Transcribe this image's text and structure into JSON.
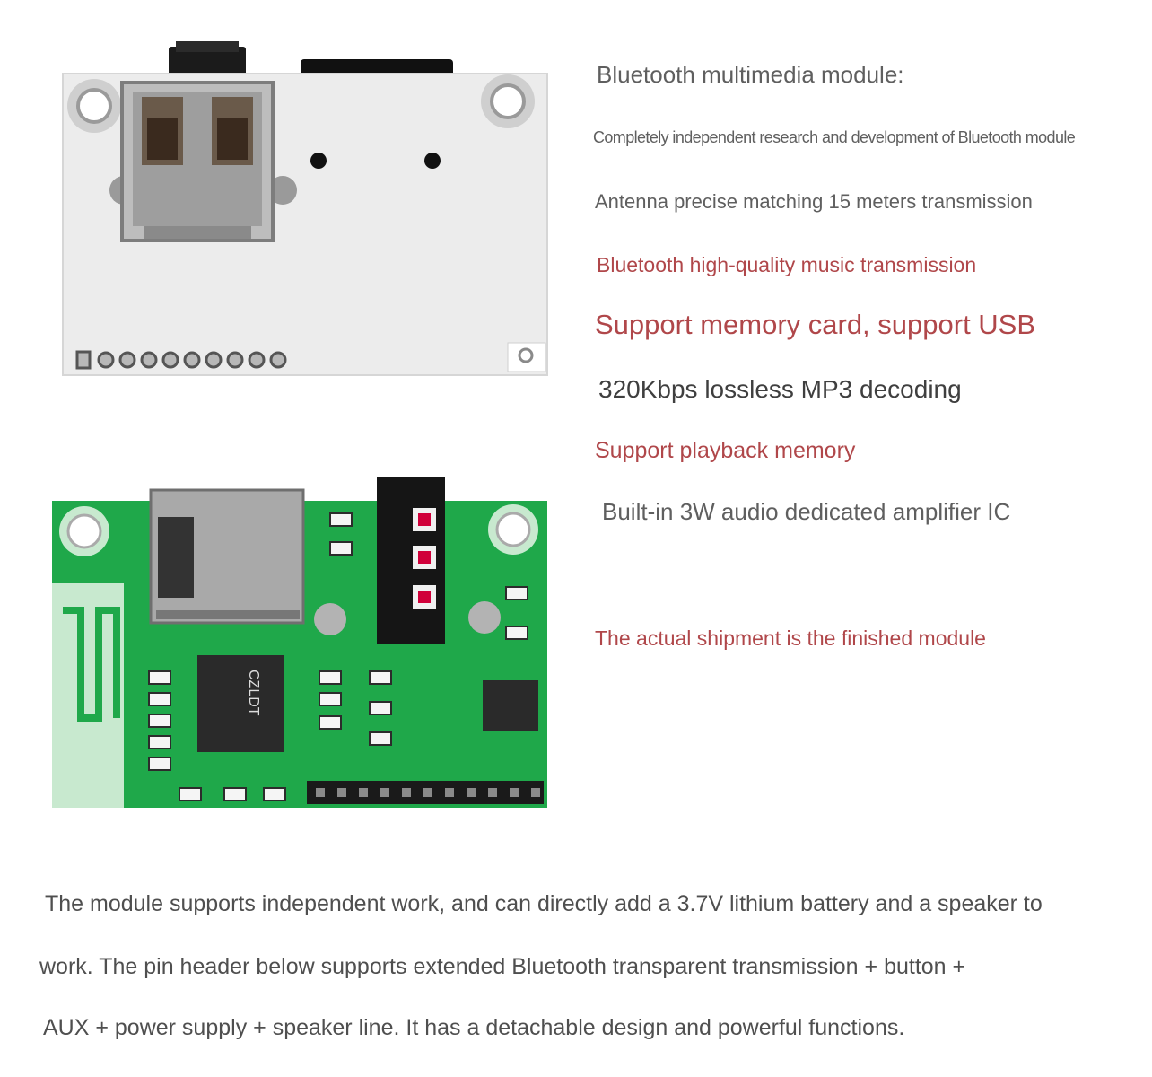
{
  "features": {
    "heading": "Bluetooth multimedia module:",
    "items": [
      "Completely independent research and development of Bluetooth module",
      "Antenna precise matching 15 meters transmission",
      "Bluetooth high-quality music transmission",
      "Support memory card, support USB",
      "320Kbps lossless MP3 decoding",
      "Support playback memory",
      "Built-in 3W audio dedicated amplifier IC"
    ],
    "shipment_note": "The actual shipment is the finished module"
  },
  "pcb_bottom_photo": {
    "chip_marking": "CZLDT"
  },
  "description": {
    "line1": "The module supports independent work, and can directly add a 3.7V lithium battery and a speaker to",
    "line2": "work. The pin header below supports extended Bluetooth transparent transmission + button +",
    "line3": "AUX + power supply + speaker line. It has a detachable design and powerful functions."
  },
  "colors": {
    "grey_text": "#5f5f5f",
    "red_text": "#b0474a",
    "pcb_green": "#1fa84a",
    "pcb_white": "#ececec"
  }
}
